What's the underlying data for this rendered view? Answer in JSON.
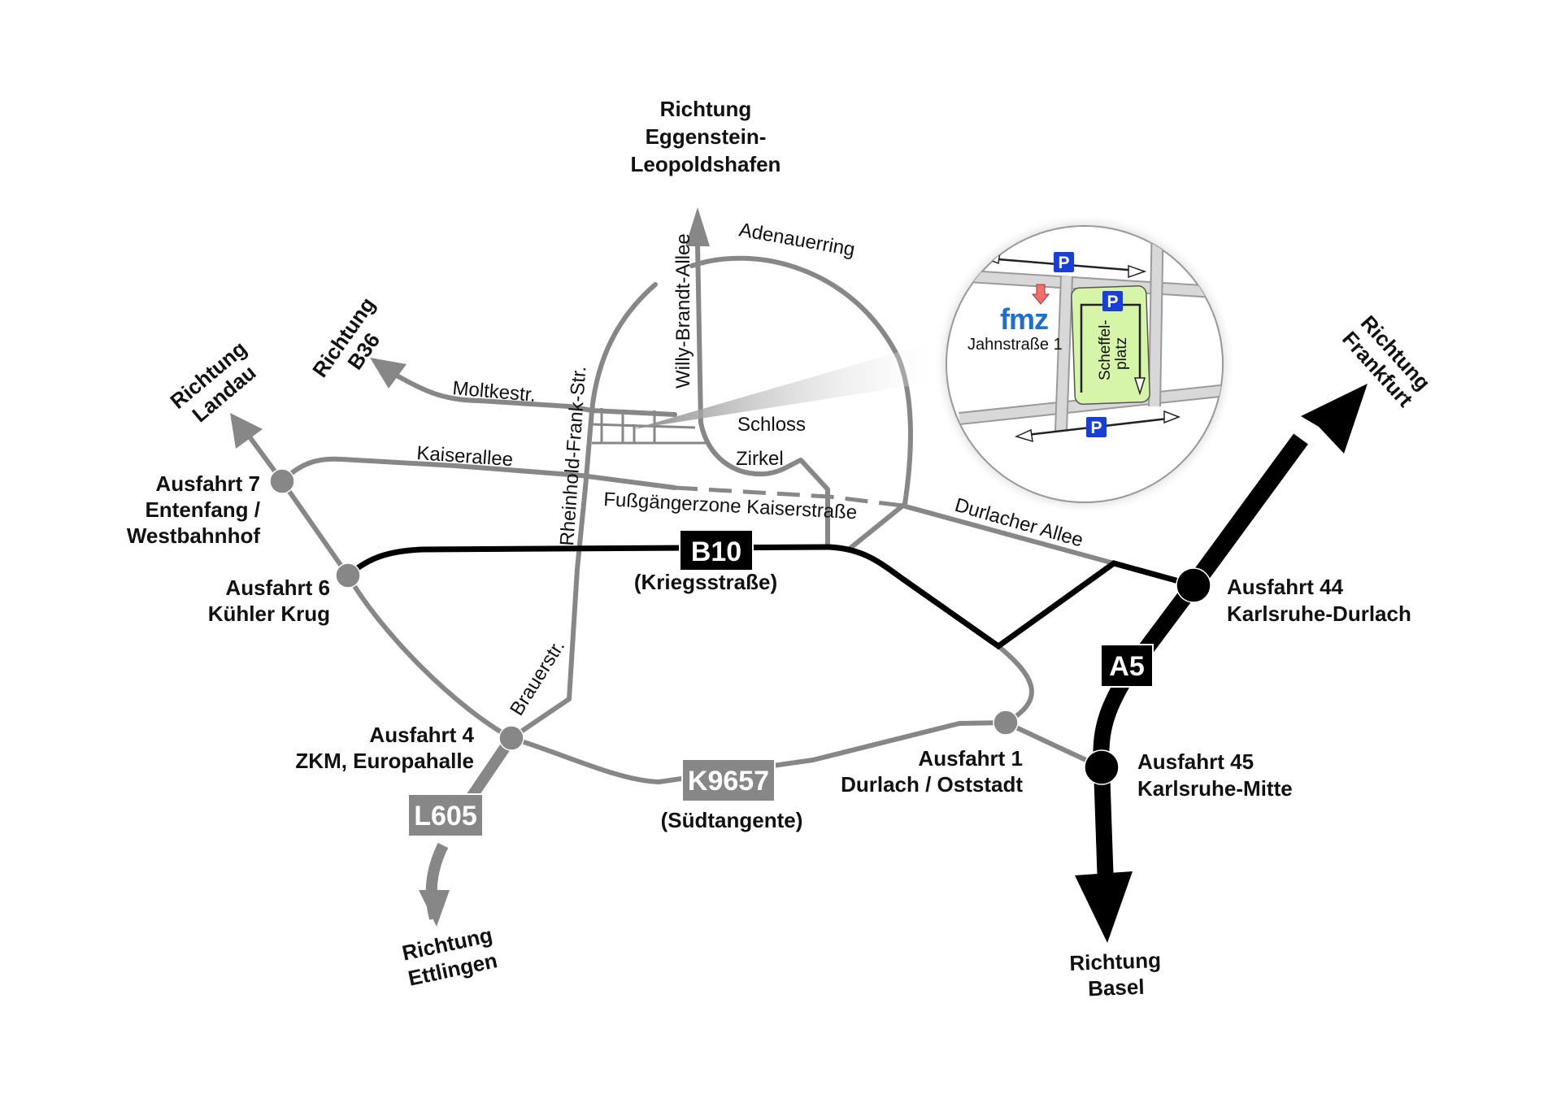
{
  "map": {
    "destinations": {
      "north": [
        "Richtung",
        "Eggenstein-",
        "Leopoldshafen"
      ],
      "b36": [
        "Richtung",
        "B36"
      ],
      "landau": [
        "Richtung",
        "Landau"
      ],
      "frankfurt": [
        "Richtung",
        "Frankfurt"
      ],
      "ettlingen": [
        "Richtung",
        "Ettlingen"
      ],
      "basel": [
        "Richtung",
        "Basel"
      ]
    },
    "streets": {
      "willy_brandt": "Willy-Brandt-Allee",
      "adenauerring": "Adenauerring",
      "moltkestr": "Moltkestr.",
      "kaiserallee": "Kaiserallee",
      "rheinhold": "Rheinhold-Frank-Str.",
      "schloss": "Schloss",
      "zirkel": "Zirkel",
      "fussgaenger": "Fußgängerzone Kaiserstraße",
      "durlacher": "Durlacher Allee",
      "brauerstr": "Brauerstr."
    },
    "shields": {
      "b10": "B10",
      "b10_sub": "(Kriegsstraße)",
      "a5": "A5",
      "l605": "L605",
      "k9657": "K9657",
      "k9657_sub": "(Südtangente)"
    },
    "exits": {
      "a7": [
        "Ausfahrt 7",
        "Entenfang /",
        "Westbahnhof"
      ],
      "a6": [
        "Ausfahrt 6",
        "Kühler Krug"
      ],
      "a4": [
        "Ausfahrt 4",
        "ZKM, Europahalle"
      ],
      "a1": [
        "Ausfahrt 1",
        "Durlach / Oststadt"
      ],
      "a44": [
        "Ausfahrt 44",
        "Karlsruhe-Durlach"
      ],
      "a45": [
        "Ausfahrt 45",
        "Karlsruhe-Mitte"
      ]
    },
    "inset": {
      "logo": "fmz",
      "address": "Jahnstraße 1",
      "square": [
        "Scheffel-",
        "platz"
      ],
      "parking": "P",
      "colors": {
        "logo": "#1e6fd0",
        "parking_sign": "#1a3fd6",
        "square_fill": "#d6f5a8",
        "marker_arrow": "#f07070"
      }
    },
    "colors": {
      "minor_road": "#878787",
      "major_road": "#000000"
    }
  }
}
